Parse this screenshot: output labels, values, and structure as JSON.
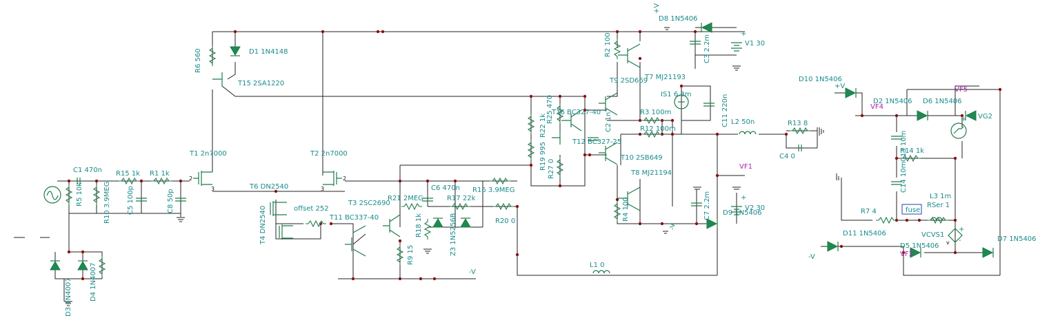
{
  "labels": {
    "T1": "T1 2n7000",
    "T2": "T2 2n7000",
    "T3": "T3 2SC2690",
    "T4": "T4 DN2540",
    "T6": "T6 DN2540",
    "T7": "T7 MJ21193",
    "T8": "T8 MJ21194",
    "T9": "T9 2SD669",
    "T10": "T10 2SB649",
    "T11": "T11 BC337-40",
    "T12": "T12 BC327-25",
    "T15": "T15 2SA1220",
    "T16": "T16 BC327-40",
    "D1": "D1 1N4148",
    "D2": "D2 1N5406",
    "D3": "D3 1N4007",
    "D4": "D4 1N4007",
    "D5": "D5 1N5406",
    "D6": "D6 1N5406",
    "D7": "D7 1N5406",
    "D8": "D8 1N5406",
    "D9": "D9 1N5406",
    "D10": "D10 1N5406",
    "D11": "D11 1N5406",
    "Z": "Z3 1N5256B",
    "R1": "R1 1k",
    "R2": "R2 100",
    "R3": "R3 100m",
    "R4": "R4 100",
    "R5": "R5 10k",
    "R6": "R6 560",
    "R7": "R7 4",
    "R9": "R9 15",
    "R10": "R10 3.9MEG",
    "R12": "R12 100m",
    "R13": "R13 8",
    "R14": "R14 1k",
    "R15": "R15 1k",
    "R16": "R16 3.9MEG",
    "R17": "R17 22k",
    "R18": "R18 1k",
    "R19": "R19 995",
    "R20": "R20 0",
    "R21": "R21 2MEG",
    "R22": "R22 1k",
    "R25": "R25 470",
    "R27": "R27 0",
    "RSer": "RSer 1",
    "C1": "C1 470n",
    "C2": "C2 1n",
    "C3": "C3 2.2m",
    "C4": "C4 0",
    "C5": "C5 100p",
    "C6": "C6 470n",
    "C7": "C7 2.2m",
    "C8": "C8 50p",
    "C11": "C11 220n",
    "C13": "C13 10m",
    "C14": "C14 10m",
    "L1": "L1 0",
    "L2": "L2 50n",
    "L3": "L3 1m",
    "V1": "V1 30",
    "V2": "V2 30",
    "IS1": "IS1 6.3m",
    "VCVS1": "VCVS1",
    "offset": "offset 252",
    "fuse": "fuse",
    "plusV": "+V",
    "minusV": "-V",
    "VF1": "VF1",
    "VF3": "VF3",
    "VF4": "VF4",
    "VF5": "VF5",
    "VG2": "VG2",
    "pin2": "2",
    "pin3": "3",
    "plus": "+",
    "minus": "-",
    "v": "v"
  },
  "colors": {
    "component": "#1e7b4a",
    "label": "#1a8a8a",
    "probe": "#b020b0",
    "wire": "#222222",
    "node": "#8b1010"
  }
}
